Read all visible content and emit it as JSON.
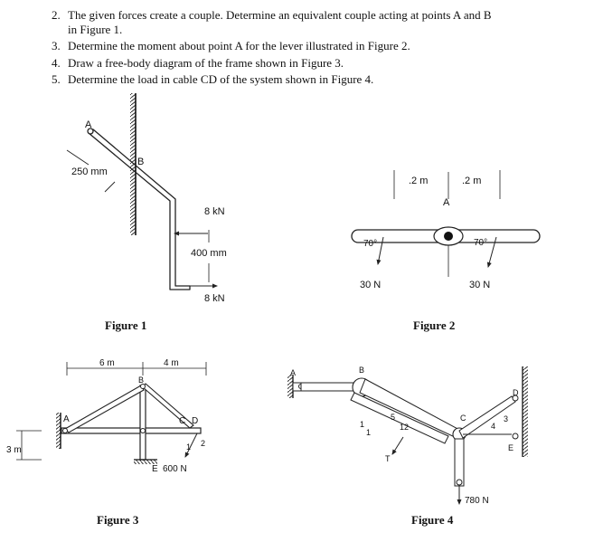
{
  "questions": [
    {
      "num": "2.",
      "line1": "The given forces create a couple. Determine an equivalent couple acting at points A and B",
      "line2": "in Figure 1."
    },
    {
      "num": "3.",
      "line1": "Determine the moment about point A for the lever illustrated in Figure 2."
    },
    {
      "num": "4.",
      "line1": "Draw a free-body diagram of the frame shown in Figure 3."
    },
    {
      "num": "5.",
      "line1": "Determine the load in cable CD of the system shown in Figure 4."
    }
  ],
  "figure1": {
    "caption": "Figure 1",
    "label_a": "A",
    "label_b": "B",
    "dim_250": "250 mm",
    "force_top": "8 kN",
    "dim_400": "400 mm",
    "force_bottom": "8 kN"
  },
  "figure2": {
    "caption": "Figure 2",
    "dim_left": ".2 m",
    "dim_right": ".2 m",
    "label_a": "A",
    "angle_left": "70°",
    "angle_right": "70°",
    "force_left": "30 N",
    "force_right": "30 N"
  },
  "figure3": {
    "caption": "Figure 3",
    "dim_6": "6 m",
    "dim_4": "4 m",
    "label_a": "A",
    "label_b": "B",
    "label_c": "C",
    "label_d": "D",
    "label_e": "E",
    "dim_3": "3 m",
    "slope_run": "1",
    "slope_rise": "2",
    "load": "600 N"
  },
  "figure4": {
    "caption": "Figure 4",
    "label_a": "A",
    "label_b": "B",
    "label_c": "C",
    "label_d": "D",
    "label_e": "E",
    "label_t": "T",
    "slope_1": "1",
    "slope_1b": "1",
    "slope_5": "5",
    "slope_12": "12",
    "slope_3": "3",
    "slope_4": "4",
    "load": "780 N"
  }
}
